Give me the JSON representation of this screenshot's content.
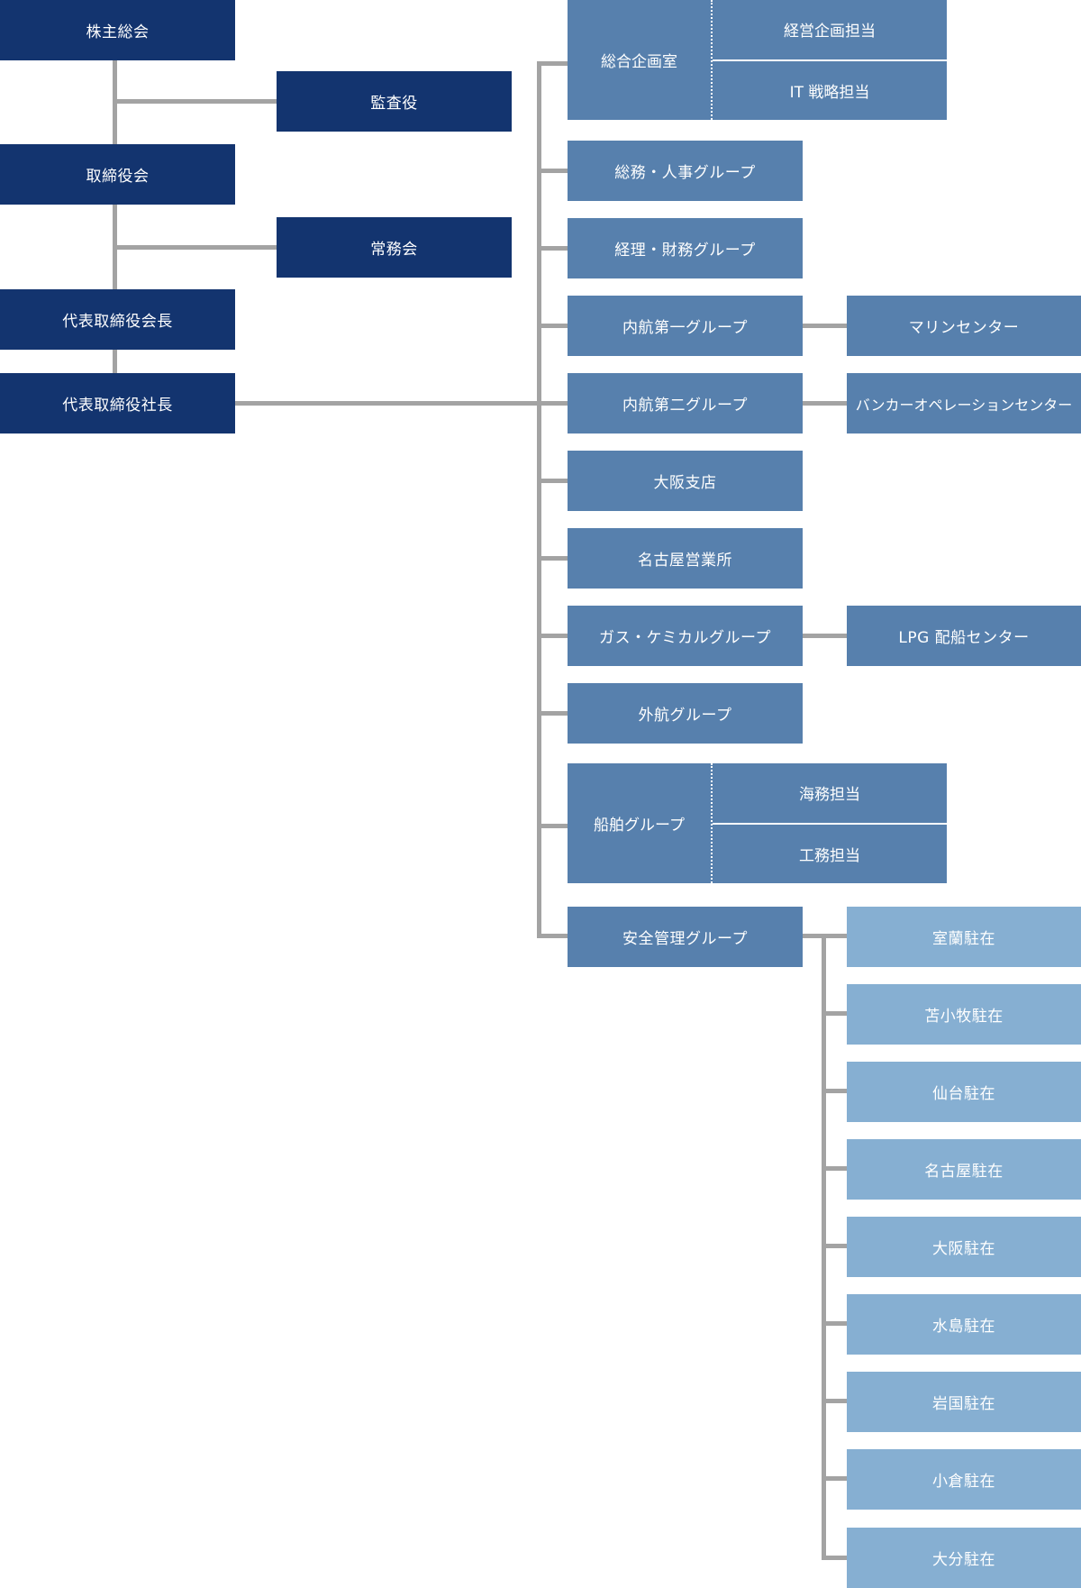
{
  "colors": {
    "executive": "#13346f",
    "department": "#5780ad",
    "office": "#86afd2",
    "connector": "#a3a3a3"
  },
  "executive": {
    "shareholders": "株主総会",
    "auditor": "監査役",
    "board": "取締役会",
    "managing_committee": "常務会",
    "chairman": "代表取締役会長",
    "president": "代表取締役社長"
  },
  "planning": {
    "label": "総合企画室",
    "subs": [
      "経営企画担当",
      "IT 戦略担当"
    ]
  },
  "departments": {
    "general_affairs": "総務・人事グループ",
    "accounting": "経理・財務グループ",
    "domestic1": "内航第一グループ",
    "domestic2": "内航第二グループ",
    "osaka_branch": "大阪支店",
    "nagoya_office": "名古屋営業所",
    "gas_chemical": "ガス・ケミカルグループ",
    "ocean": "外航グループ",
    "safety": "安全管理グループ"
  },
  "ship": {
    "label": "船舶グループ",
    "subs": [
      "海務担当",
      "工務担当"
    ]
  },
  "centers": {
    "marine": "マリンセンター",
    "bunker": "バンカーオペレーションセンター",
    "lpg": "LPG 配船センター"
  },
  "stations": [
    "室蘭駐在",
    "苫小牧駐在",
    "仙台駐在",
    "名古屋駐在",
    "大阪駐在",
    "水島駐在",
    "岩国駐在",
    "小倉駐在",
    "大分駐在"
  ]
}
